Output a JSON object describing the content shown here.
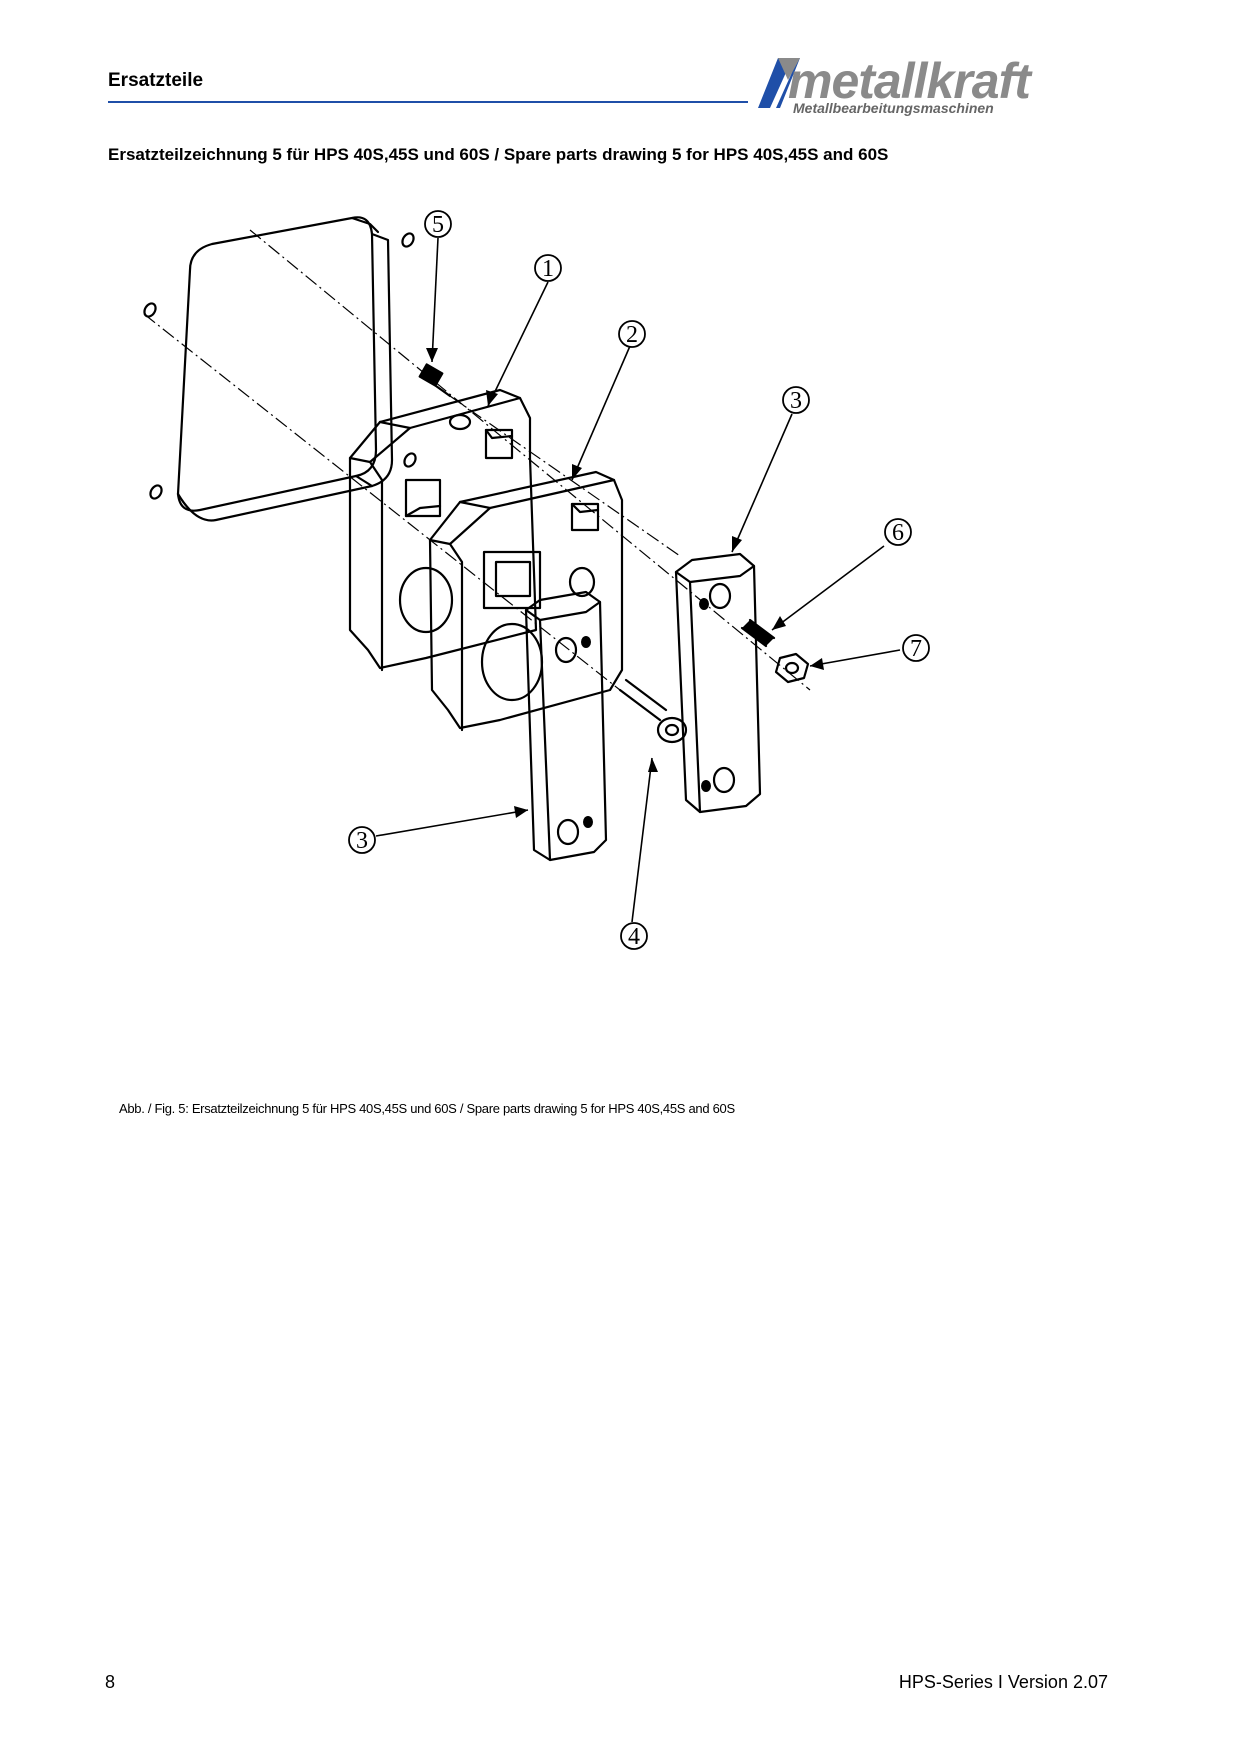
{
  "header": {
    "section_title": "Ersatzteile",
    "logo_word": "metallkraft",
    "logo_sub": "Metallbearbeitungsmaschinen",
    "accent_color": "#1f4fa8"
  },
  "heading": "Ersatzteilzeichnung 5 für HPS 40S,45S und 60S / Spare parts drawing 5 for HPS 40S,45S and 60S",
  "drawing": {
    "callouts": [
      "1",
      "2",
      "3",
      "3",
      "4",
      "5",
      "6",
      "7"
    ]
  },
  "caption": "Abb. / Fig. 5: Ersatzteilzeichnung 5 für HPS 40S,45S und 60S / Spare parts drawing 5 for HPS 40S,45S and 60S",
  "footer": {
    "page_number": "8",
    "version": "HPS-Series I Version 2.07"
  }
}
